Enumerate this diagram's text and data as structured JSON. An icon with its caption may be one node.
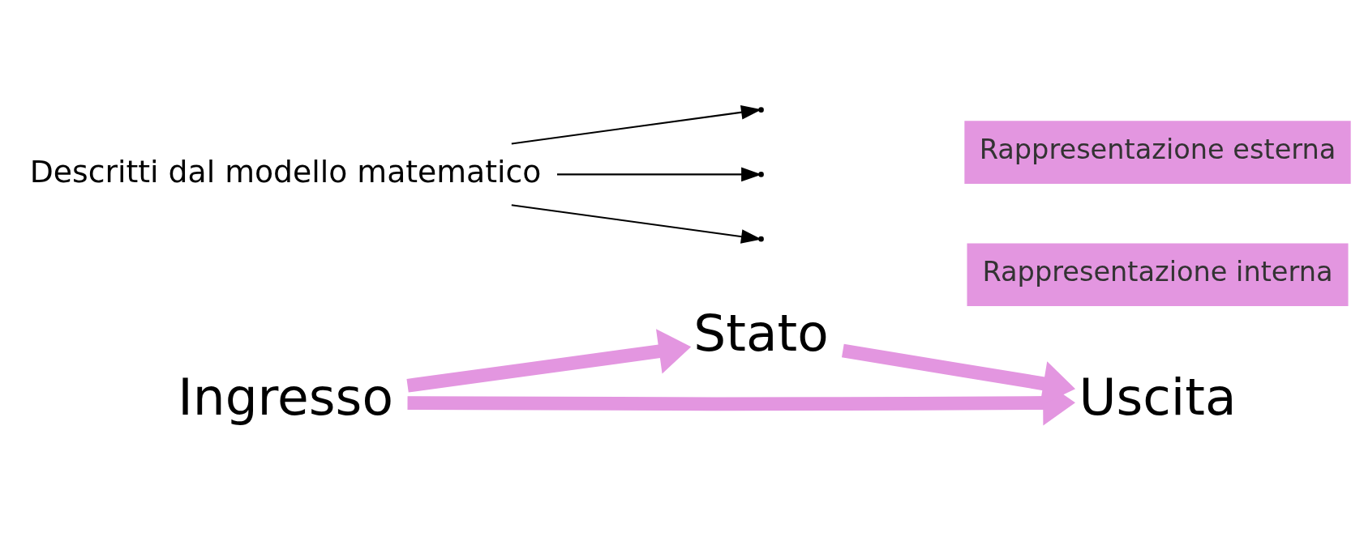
{
  "diagram": {
    "nodes": [
      {
        "text": [
          "Ingresso"
        ]
      },
      {
        "text": [
          "Stato"
        ]
      },
      {
        "text": [
          "Uscita"
        ]
      },
      {
        "text": [
          "Rappresentazione interna"
        ]
      },
      {
        "text": [
          "Rappresentazione esterna"
        ]
      },
      {
        "text": [
          "Descritti dal modello matematico"
        ]
      }
    ],
    "edges": [
      {
        "from": 0,
        "to": 1,
        "arrow": "to",
        "style": "thick",
        "color": "#e396e0"
      },
      {
        "from": 1,
        "to": 2,
        "arrow": "to",
        "style": "thick",
        "color": "#e396e0"
      },
      {
        "from": 0,
        "to": 2,
        "arrow": "to",
        "style": "thick",
        "color": "#e396e0"
      },
      {
        "from": 5,
        "to": null,
        "arrow": "to",
        "color": "#000000"
      },
      {
        "from": 5,
        "to": null,
        "arrow": "to",
        "color": "#000000"
      },
      {
        "from": 5,
        "to": null,
        "arrow": "to",
        "color": "#000000"
      }
    ]
  }
}
